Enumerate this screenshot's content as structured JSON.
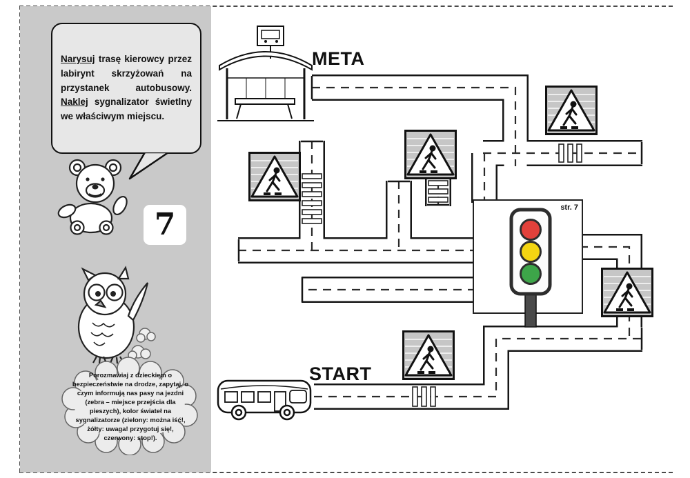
{
  "page": {
    "number": "7"
  },
  "sidebar": {
    "instruction_segments": [
      {
        "text": "Narysuj",
        "underline": true
      },
      {
        "text": " trasę kierowcy przez labirynt skrzyżowań na przystanek autobusowy. ",
        "underline": false
      },
      {
        "text": "Naklej",
        "underline": true
      },
      {
        "text": " sygnalizator świetlny we właściwym miejscu.",
        "underline": false
      }
    ],
    "tip": "Porozmawiaj z dzieckiem o bezpieczeństwie na drodze, zapytaj, o czym informują nas pasy na jezdni (zebra – miejsce przejścia dla pieszych), kolor świateł na sygnalizatorze (zielony: można iść!, żółty: uwaga! przygotuj się!, czerwony: stop!)."
  },
  "maze": {
    "meta_label": "META",
    "start_label": "START",
    "sticker_box_label": "str. 7"
  },
  "colors": {
    "sidebar_gray": "#c9c9c9",
    "bubble_gray": "#e7e7e7",
    "traffic_red": "#e2413b",
    "traffic_yellow": "#f4d512",
    "traffic_green": "#3da549"
  }
}
